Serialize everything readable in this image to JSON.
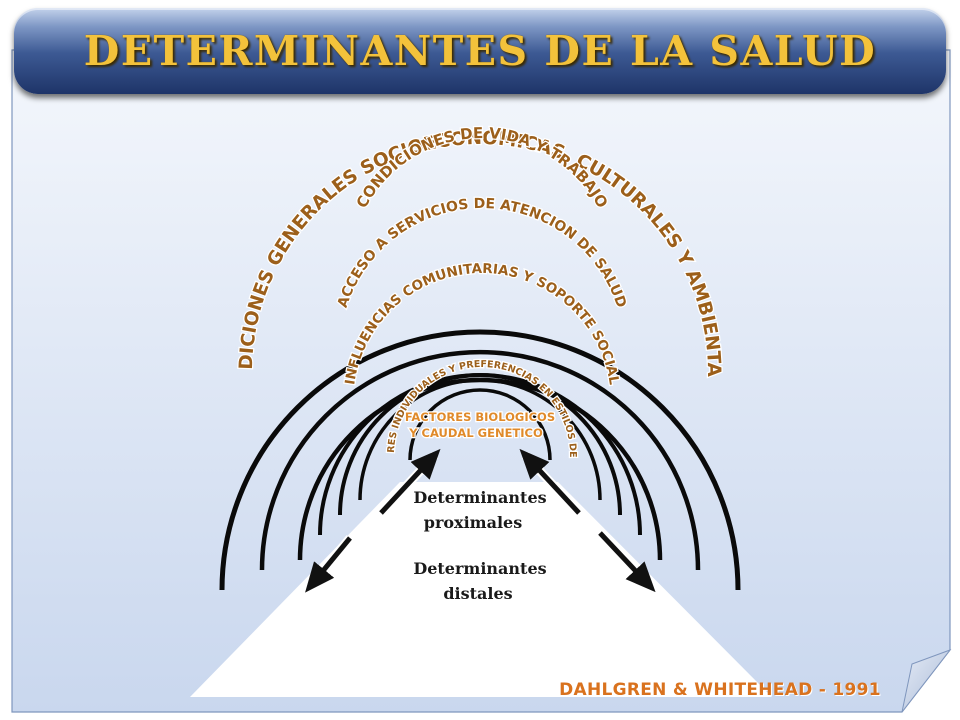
{
  "title": "DETERMINANTES DE LA SALUD",
  "rings": [
    {
      "label": "CONDICIONES GENERALES SOCIOECONOMICAS, CULTURALES Y AMBIENTALES"
    },
    {
      "label": "CONDICIONES DE VIDA Y TRABAJO"
    },
    {
      "label": "ACCESO A SERVICIOS DE ATENCION DE SALUD"
    },
    {
      "label": "INFLUENCIAS COMUNITARIAS Y SOPORTE SOCIAL"
    },
    {
      "label": "FACTORES INDIVIDUALES Y PREFERENCIAS EN ESTILOS DE VIDA"
    }
  ],
  "core": {
    "line1": "FACTORES BIOLOGICOS",
    "line2": "Y CAUDAL GENETICO"
  },
  "labels": {
    "proximal_line1": "Determinantes",
    "proximal_line2": "proximales",
    "distal_line1": "Determinantes",
    "distal_line2": "distales"
  },
  "credit": "DAHLGREN & WHITEHEAD - 1991",
  "colors": {
    "title_text": "#f3c23b",
    "ring_text": "#9c5f1a",
    "core_text": "#e08a2a",
    "credit_text": "#d9721e",
    "banner": "#2d4a84"
  }
}
